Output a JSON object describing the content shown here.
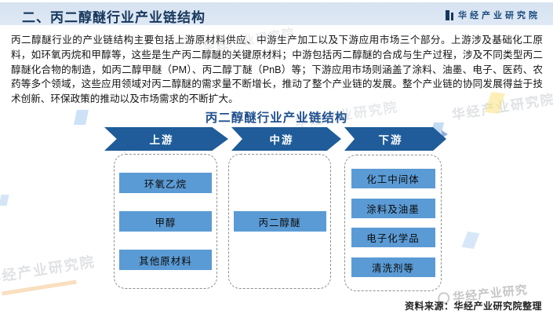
{
  "header": {
    "title": "二、丙二醇醚行业产业链结构",
    "logo_text": "华经产业研究院"
  },
  "intro": {
    "text": "丙二醇醚行业的产业链结构主要包括上游原材料供应、中游生产加工以及下游应用市场三个部分。上游涉及基础化工原料，如环氧丙烷和甲醇等，这些是生产丙二醇醚的关键原材料；中游包括丙二醇醚的合成与生产过程，涉及不同类型丙二醇醚化合物的制造，如丙二醇甲醚（PM）、丙二醇丁醚（PnB）等；下游应用市场则涵盖了涂料、油墨、电子、医药、农药等多个领域，这些应用领域对丙二醇醚的需求量不断增长，推动了整个产业链的发展。整个产业链的协同发展得益于技术创新、环保政策的推动以及市场需求的不断扩大。"
  },
  "diagram": {
    "title": "丙二醇醚行业产业链结构",
    "stages": [
      {
        "label": "上游",
        "items": [
          "环氧乙烷",
          "甲醇",
          "其他原材料"
        ]
      },
      {
        "label": "中游",
        "items": [
          "丙二醇醚"
        ]
      },
      {
        "label": "下游",
        "items": [
          "化工中间体",
          "涂料及油墨",
          "电子化学品",
          "清洗剂等"
        ]
      }
    ]
  },
  "footer": {
    "source": "资料来源：华经产业研究院整理"
  },
  "watermark": {
    "text": "华经产业研究院",
    "short_text": "华经产业研究"
  },
  "colors": {
    "arrow_blue": "#1f5c99",
    "item_blue": "#5b9bd5",
    "header_band": "#d9e4f1",
    "header_text": "#17375d",
    "diagram_title": "#21518f"
  }
}
